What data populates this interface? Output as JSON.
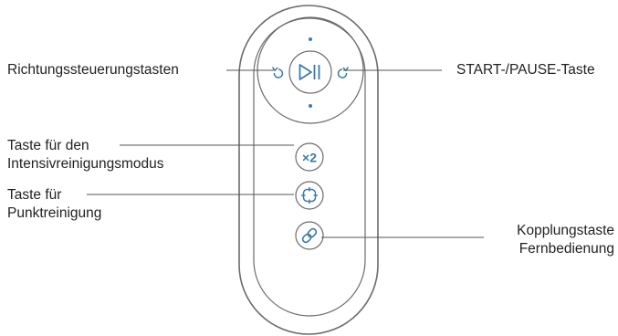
{
  "labels": {
    "direction_keys": "Richtungssteuerungstasten",
    "start_pause": "START-/PAUSE-Taste",
    "intensive_line1": "Taste für den",
    "intensive_line2": "Intensivreinigungsmodus",
    "spot_line1": "Taste für",
    "spot_line2": "Punktreinigung",
    "pairing_line1": "Kopplungstaste",
    "pairing_line2": "Fernbedienung"
  },
  "buttons": {
    "intensive_badge": "×2"
  },
  "colors": {
    "accent": "#3a7ca8",
    "outline": "#6b6b6b",
    "leader": "#555555"
  },
  "icons": [
    "left-arrow-icon",
    "right-arrow-icon",
    "play-pause-icon",
    "spot-clean-icon",
    "link-icon"
  ]
}
